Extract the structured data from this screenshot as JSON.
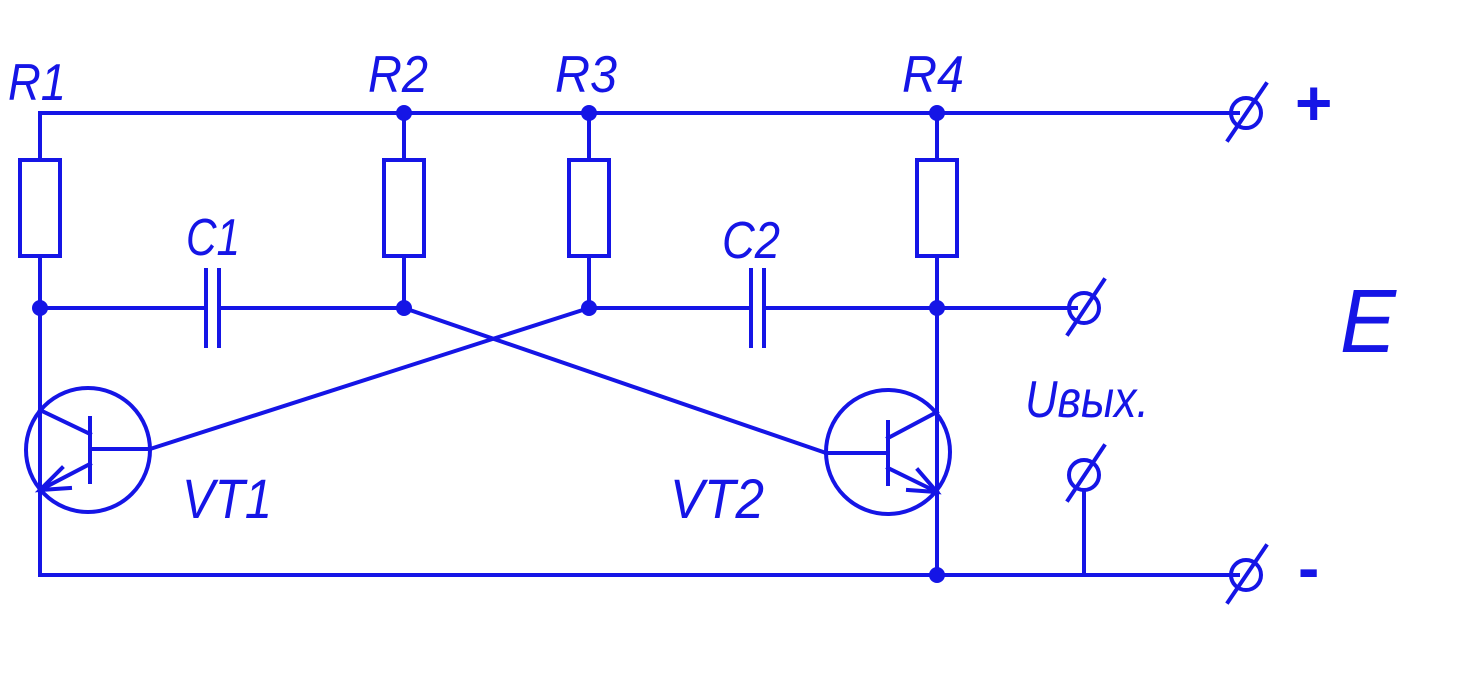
{
  "colors": {
    "wire": "#1515e6",
    "background": "#ffffff"
  },
  "labels": {
    "r1": "R1",
    "r2": "R2",
    "r3": "R3",
    "r4": "R4",
    "c1": "C1",
    "c2": "C2",
    "vt1": "VT1",
    "vt2": "VT2",
    "plus": "+",
    "minus": "-",
    "e": "E",
    "uout": "Uвых."
  }
}
